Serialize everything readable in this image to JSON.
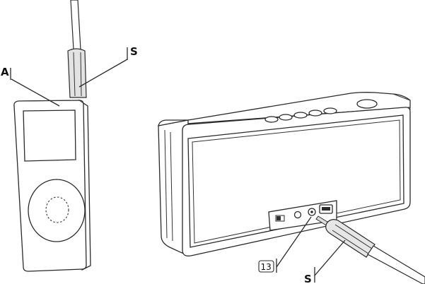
{
  "labels": {
    "a": "A",
    "s_top": "S",
    "port_number": "13",
    "s_bottom": "S"
  },
  "colors": {
    "line": "#2a2a2a",
    "light_fill": "#efefef",
    "mid_fill": "#dcdcdc"
  }
}
